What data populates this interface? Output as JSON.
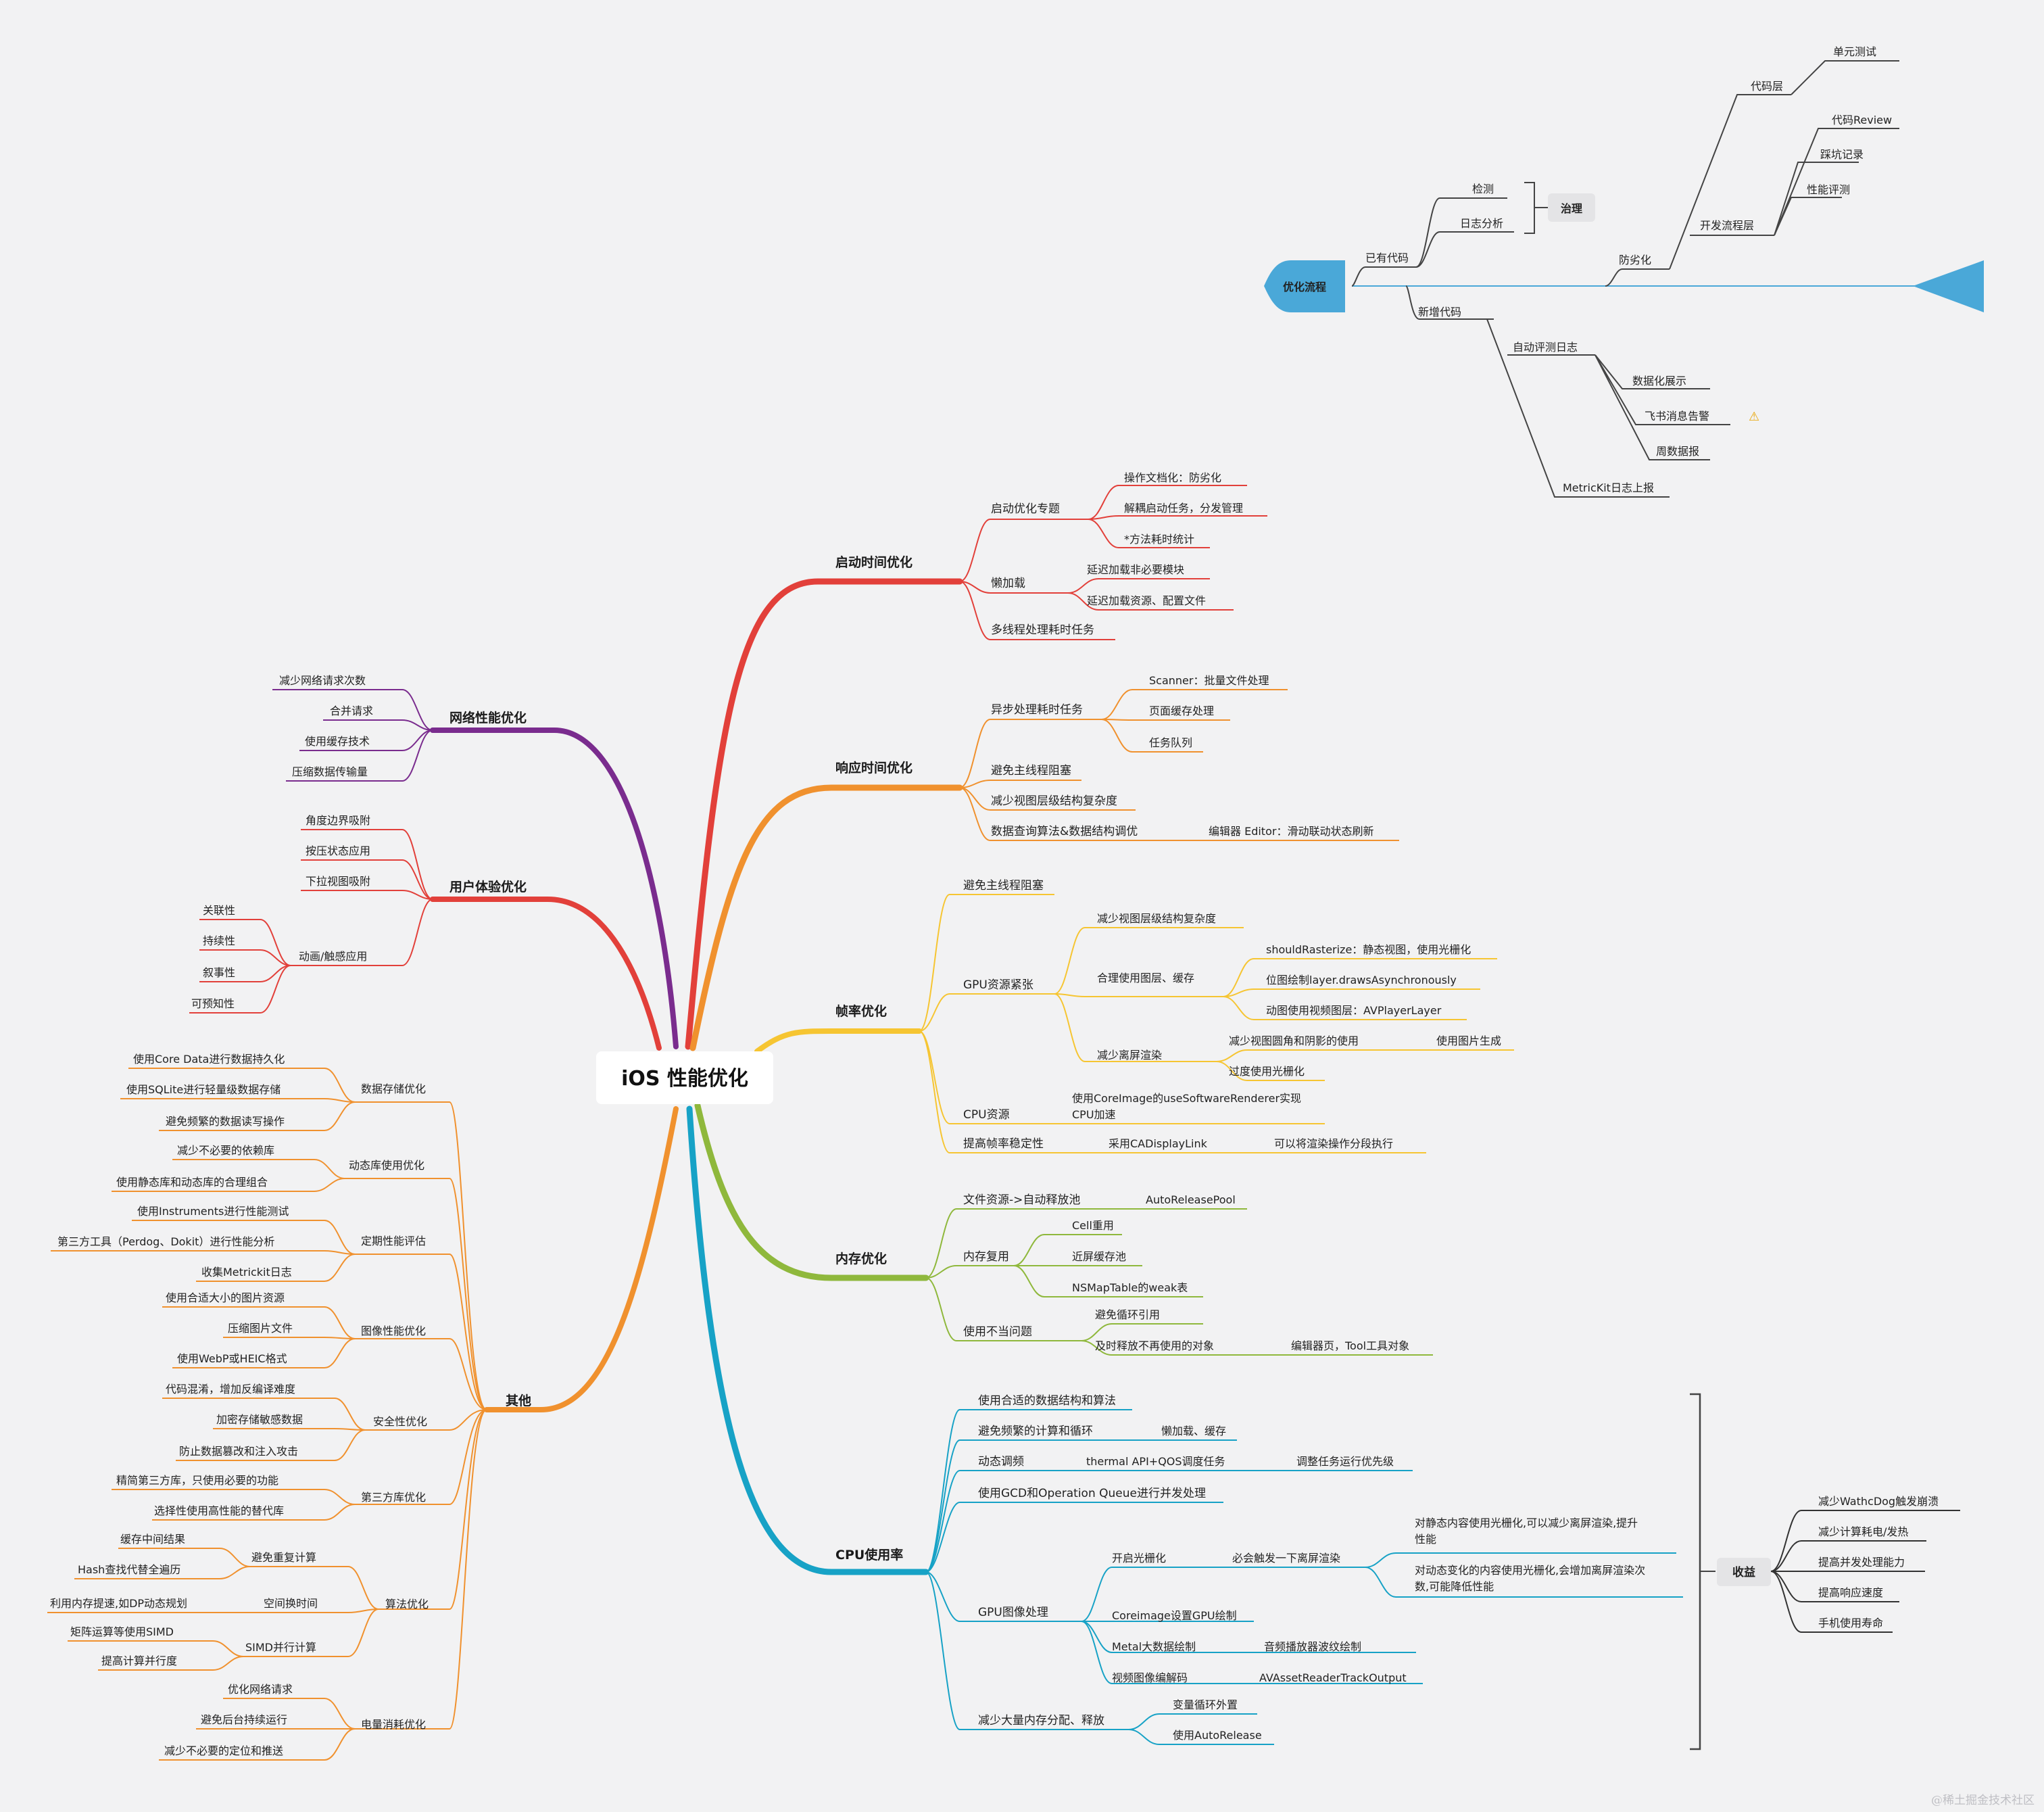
{
  "root": "iOS 性能优化",
  "watermark": "@稀土掘金技术社区",
  "colors": {
    "startup": "#e2403a",
    "response": "#f0912e",
    "frame": "#f6c532",
    "memory": "#8fb83c",
    "cpu": "#17a2c6",
    "network": "#7a2c8e",
    "ux": "#e2403a",
    "other": "#f0912e",
    "flow": "#4aa8d8",
    "flowLine": "#444444"
  },
  "branches": {
    "startup": {
      "label": "启动时间优化",
      "c1": {
        "label": "启动优化专题",
        "items": [
          "操作文档化：防劣化",
          "解耦启动任务，分发管理",
          "*方法耗时统计"
        ]
      },
      "c2": {
        "label": "懒加载",
        "items": [
          "延迟加载非必要模块",
          "延迟加载资源、配置文件"
        ]
      },
      "c3": "多线程处理耗时任务"
    },
    "response": {
      "label": "响应时间优化",
      "c1": {
        "label": "异步处理耗时任务",
        "items": [
          "Scanner：批量文件处理",
          "页面缓存处理",
          "任务队列"
        ]
      },
      "c2": "避免主线程阻塞",
      "c3": "减少视图层级结构复杂度",
      "c4": {
        "label": "数据查询算法&数据结构调优",
        "item": "编辑器 Editor：滑动联动状态刷新"
      }
    },
    "frame": {
      "label": "帧率优化",
      "c1": "避免主线程阻塞",
      "gpu": {
        "label": "GPU资源紧张",
        "reduce": "减少视图层级结构复杂度",
        "layer": {
          "label": "合理使用图层、缓存",
          "items": [
            "shouldRasterize：静态视图，使用光栅化",
            "位图绘制layer.drawsAsynchronously",
            "动图使用视频图层：AVPlayerLayer"
          ]
        },
        "offscreen": {
          "label": "减少离屏渲染",
          "a": "减少视图圆角和阴影的使用",
          "a2": "使用图片生成",
          "b": "过度使用光栅化"
        }
      },
      "cpu": {
        "label": "CPU资源",
        "item1": "使用CoreImage的useSoftwareRenderer实现",
        "item2": "CPU加速"
      },
      "stable": {
        "label": "提高帧率稳定性",
        "a": "采用CADisplayLink",
        "b": "可以将渲染操作分段执行"
      }
    },
    "memory": {
      "label": "内存优化",
      "file": {
        "label": "文件资源->自动释放池",
        "item": "AutoReleasePool"
      },
      "reuse": {
        "label": "内存复用",
        "items": [
          "Cell重用",
          "近屏缓存池",
          "NSMapTable的weak表"
        ]
      },
      "misuse": {
        "label": "使用不当问题",
        "a": "避免循环引用",
        "b": "及时释放不再使用的对象",
        "b2": "编辑器页，Tool工具对象"
      }
    },
    "cpu": {
      "label": "CPU使用率",
      "c1": "使用合适的数据结构和算法",
      "c2": {
        "label": "避免频繁的计算和循环",
        "item": "懒加载、缓存"
      },
      "c3": {
        "label": "动态调频",
        "a": "thermal API+QOS调度任务",
        "b": "调整任务运行优先级"
      },
      "c4": "使用GCD和Operation Queue进行并发处理",
      "gpu": {
        "label": "GPU图像处理",
        "raster": {
          "label": "开启光栅化",
          "mid": "必会触发一下离屏渲染",
          "a1": "对静态内容使用光栅化,可以减少离屏渲染,提升",
          "a2": "性能",
          "b1": "对动态变化的内容使用光栅化,会增加离屏渲染次",
          "b2": "数,可能降低性能"
        },
        "ci": "Coreimage设置GPU绘制",
        "metal": {
          "label": "Metal大数据绘制",
          "item": "音频播放器波纹绘制"
        },
        "video": {
          "label": "视频图像编解码",
          "item": "AVAssetReaderTrackOutput"
        }
      },
      "alloc": {
        "label": "减少大量内存分配、释放",
        "items": [
          "变量循环外置",
          "使用AutoRelease"
        ]
      }
    },
    "benefit": {
      "label": "收益",
      "items": [
        "减少WathcDog触发崩溃",
        "减少计算耗电/发热",
        "提高并发处理能力",
        "提高响应速度",
        "手机使用寿命"
      ]
    },
    "network": {
      "label": "网络性能优化",
      "items": [
        "减少网络请求次数",
        "合并请求",
        "使用缓存技术",
        "压缩数据传输量"
      ]
    },
    "ux": {
      "label": "用户体验优化",
      "items": [
        "角度边界吸附",
        "按压状态应用",
        "下拉视图吸附"
      ],
      "anim": {
        "label": "动画/触感应用",
        "items": [
          "关联性",
          "持续性",
          "叙事性",
          "可预知性"
        ]
      }
    },
    "other": {
      "label": "其他",
      "groups": [
        {
          "label": "数据存储优化",
          "items": [
            "使用Core Data进行数据持久化",
            "使用SQLite进行轻量级数据存储",
            "避免频繁的数据读写操作"
          ]
        },
        {
          "label": "动态库使用优化",
          "items": [
            "减少不必要的依赖库",
            "使用静态库和动态库的合理组合"
          ]
        },
        {
          "label": "定期性能评估",
          "items": [
            "使用Instruments进行性能测试",
            "第三方工具（Perdog、Dokit）进行性能分析",
            "收集Metrickit日志"
          ]
        },
        {
          "label": "图像性能优化",
          "items": [
            "使用合适大小的图片资源",
            "压缩图片文件",
            "使用WebP或HEIC格式"
          ]
        },
        {
          "label": "安全性优化",
          "items": [
            "代码混淆，增加反编译难度",
            "加密存储敏感数据",
            "防止数据篡改和注入攻击"
          ]
        },
        {
          "label": "第三方库优化",
          "items": [
            "精简第三方库，只使用必要的功能",
            "选择性使用高性能的替代库"
          ]
        }
      ],
      "algo": {
        "label": "算法优化",
        "dup": {
          "label": "避免重复计算",
          "items": [
            "缓存中间结果",
            "Hash查找代替全遍历"
          ]
        },
        "space": {
          "label": "空间换时间",
          "item": "利用内存提速,如DP动态规划"
        },
        "simd": {
          "label": "SIMD并行计算",
          "items": [
            "矩阵运算等使用SIMD",
            "提高计算并行度"
          ]
        }
      },
      "power": {
        "label": "电量消耗优化",
        "items": [
          "优化网络请求",
          "避免后台持续运行",
          "减少不必要的定位和推送"
        ]
      }
    },
    "flow": {
      "label": "优化流程",
      "existing": {
        "label": "已有代码",
        "detect": "检测",
        "log": "日志分析",
        "gov": "治理",
        "degrade": "防劣化",
        "codeLayer": "代码层",
        "unitTest": "单元测试",
        "devFlow": "开发流程层",
        "review": "代码Review",
        "pitfall": "踩坑记录",
        "perfEval": "性能评测"
      },
      "newCode": {
        "label": "新增代码",
        "autoLog": "自动评测日志",
        "dataShow": "数据化展示",
        "feishu": "飞书消息告警",
        "weekly": "周数据报",
        "metrickit": "MetricKit日志上报"
      }
    }
  }
}
